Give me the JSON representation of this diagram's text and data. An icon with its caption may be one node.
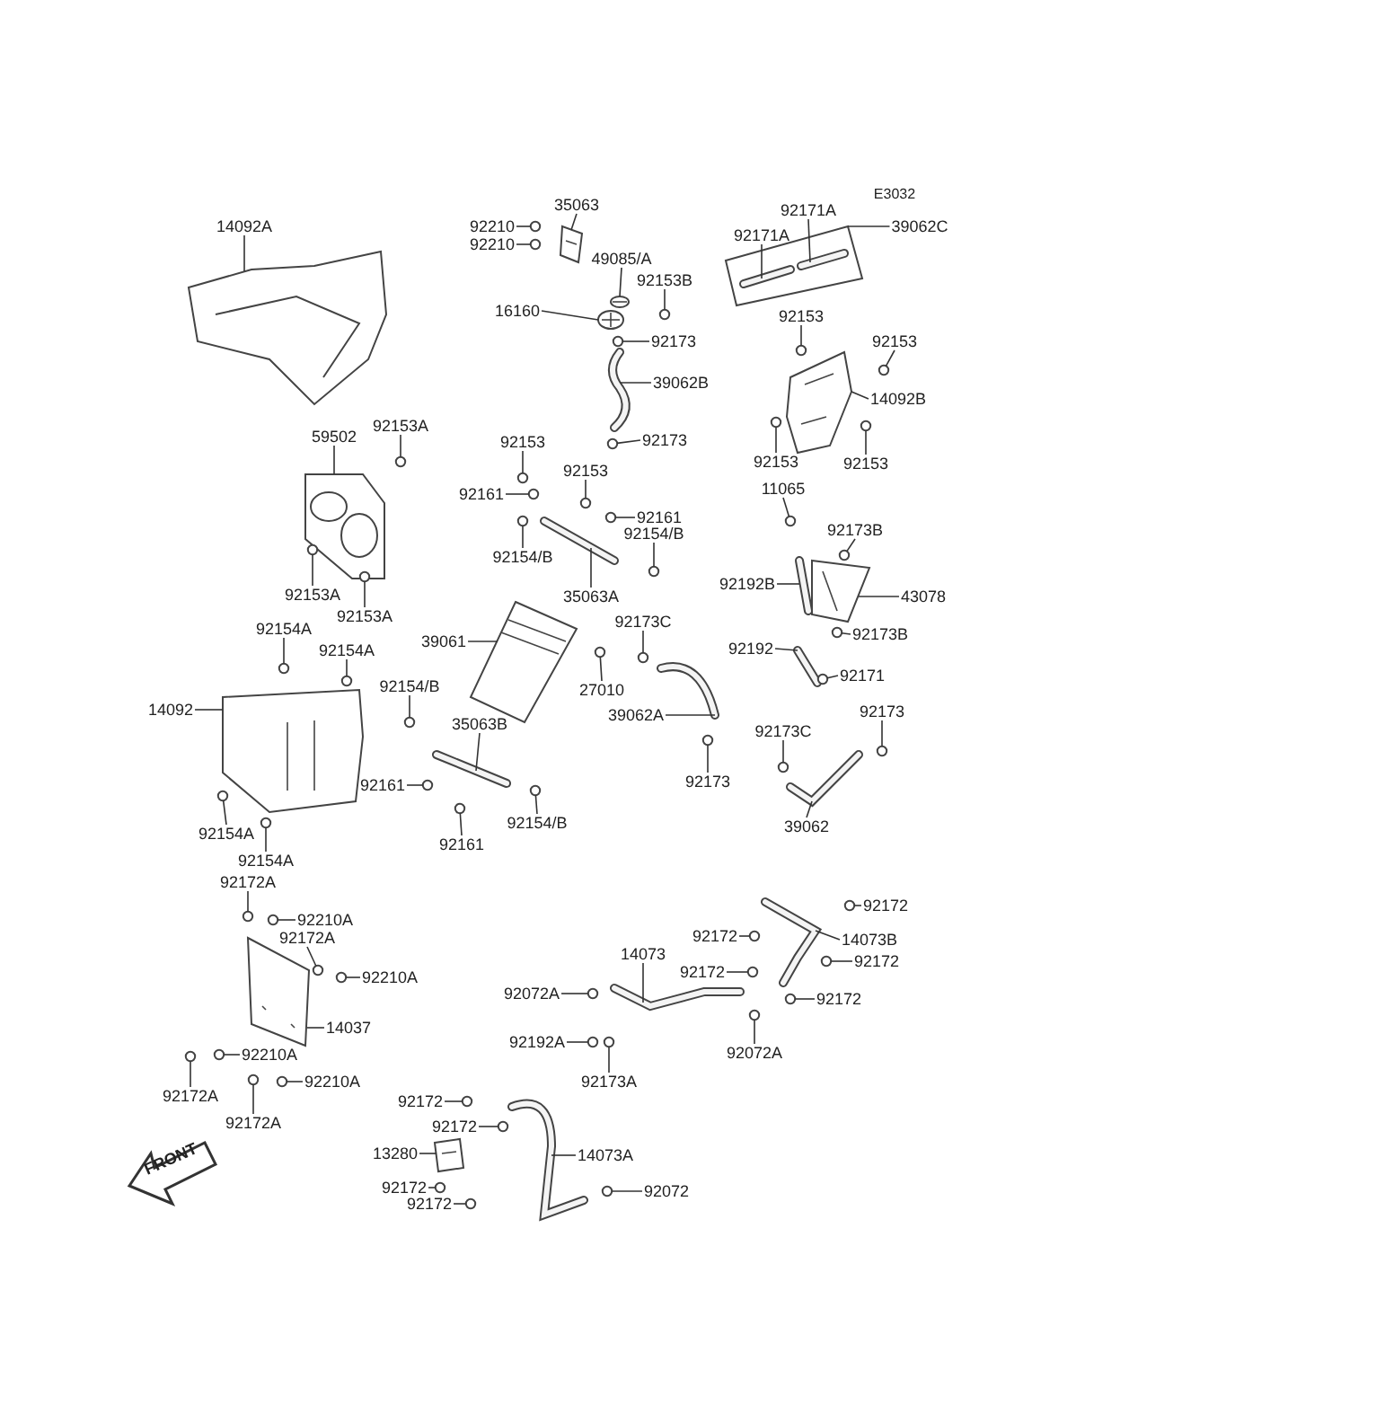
{
  "diagram": {
    "nodes": [
      {
        "text": [
          "14092A"
        ]
      },
      {
        "text": [
          "35063"
        ]
      },
      {
        "text": [
          "92210"
        ]
      },
      {
        "text": [
          "92210"
        ]
      },
      {
        "text": [
          "92171A"
        ]
      },
      {
        "text": [
          "39062C"
        ]
      },
      {
        "text": [
          "92171A"
        ]
      },
      {
        "text": [
          "49085/A"
        ]
      },
      {
        "text": [
          "92153B"
        ]
      },
      {
        "text": [
          "16160"
        ]
      },
      {
        "text": [
          "92173"
        ]
      },
      {
        "text": [
          "92153"
        ]
      },
      {
        "text": [
          "92153"
        ]
      },
      {
        "text": [
          "39062B"
        ]
      },
      {
        "text": [
          "14092B"
        ]
      },
      {
        "text": [
          "92153A"
        ]
      },
      {
        "text": [
          "92173"
        ]
      },
      {
        "text": [
          "92153"
        ]
      },
      {
        "text": [
          "59502"
        ]
      },
      {
        "text": [
          "92153"
        ]
      },
      {
        "text": [
          "92153"
        ]
      },
      {
        "text": [
          "92153"
        ]
      },
      {
        "text": [
          "92161"
        ]
      },
      {
        "text": [
          "11065"
        ]
      },
      {
        "text": [
          "92161"
        ]
      },
      {
        "text": [
          "92154/B"
        ]
      },
      {
        "text": [
          "92173B"
        ]
      },
      {
        "text": [
          "92154/B"
        ]
      },
      {
        "text": [
          "92153A"
        ]
      },
      {
        "text": [
          "92153A"
        ]
      },
      {
        "text": [
          "35063A"
        ]
      },
      {
        "text": [
          "92192B"
        ]
      },
      {
        "text": [
          "43078"
        ]
      },
      {
        "text": [
          "39061"
        ]
      },
      {
        "text": [
          "92173C"
        ]
      },
      {
        "text": [
          "92154A"
        ]
      },
      {
        "text": [
          "92192"
        ]
      },
      {
        "text": [
          "92173B"
        ]
      },
      {
        "text": [
          "92154A"
        ]
      },
      {
        "text": [
          "27010"
        ]
      },
      {
        "text": [
          "92171"
        ]
      },
      {
        "text": [
          "14092"
        ]
      },
      {
        "text": [
          "39062A"
        ]
      },
      {
        "text": [
          "92154/B"
        ]
      },
      {
        "text": [
          "92173C"
        ]
      },
      {
        "text": [
          "92173"
        ]
      },
      {
        "text": [
          "35063B"
        ]
      },
      {
        "text": [
          "92161"
        ]
      },
      {
        "text": [
          "92173"
        ]
      },
      {
        "text": [
          "92154/B"
        ]
      },
      {
        "text": [
          "92161"
        ]
      },
      {
        "text": [
          "92154A"
        ]
      },
      {
        "text": [
          "92154A"
        ]
      },
      {
        "text": [
          "39062"
        ]
      },
      {
        "text": [
          "92172A"
        ]
      },
      {
        "text": [
          "92210A"
        ]
      },
      {
        "text": [
          "92172"
        ]
      },
      {
        "text": [
          "92172A"
        ]
      },
      {
        "text": [
          "92172"
        ]
      },
      {
        "text": [
          "14073B"
        ]
      },
      {
        "text": [
          "14073"
        ]
      },
      {
        "text": [
          "92172"
        ]
      },
      {
        "text": [
          "92210A"
        ]
      },
      {
        "text": [
          "92172"
        ]
      },
      {
        "text": [
          "92072A"
        ]
      },
      {
        "text": [
          "92172"
        ]
      },
      {
        "text": [
          "14037"
        ]
      },
      {
        "text": [
          "92192A"
        ]
      },
      {
        "text": [
          "92072A"
        ]
      },
      {
        "text": [
          "92210A"
        ]
      },
      {
        "text": [
          "92173A"
        ]
      },
      {
        "text": [
          "92172A"
        ]
      },
      {
        "text": [
          "92210A"
        ]
      },
      {
        "text": [
          "92172"
        ]
      },
      {
        "text": [
          "92172A"
        ]
      },
      {
        "text": [
          "92172"
        ]
      },
      {
        "text": [
          "14073A"
        ]
      },
      {
        "text": [
          "13280"
        ]
      },
      {
        "text": [
          "92172"
        ]
      },
      {
        "text": [
          "92072"
        ]
      },
      {
        "text": [
          "92172"
        ]
      },
      {
        "text": [],
        "shape": "picture"
      },
      {
        "text": [],
        "shape": "picture"
      },
      {
        "text": [],
        "shape": "circle"
      },
      {
        "text": [],
        "shape": "circle"
      },
      {
        "text": [],
        "shape": "box"
      },
      {
        "text": [],
        "shape": "picture",
        "in": 85
      },
      {
        "text": [],
        "shape": "picture",
        "in": 85
      },
      {
        "text": [],
        "shape": "picture"
      },
      {
        "text": [],
        "shape": "circle"
      },
      {
        "text": [],
        "shape": "picture"
      },
      {
        "text": [],
        "shape": "circle"
      },
      {
        "text": [],
        "shape": "circle"
      },
      {
        "text": [],
        "shape": "circle"
      },
      {
        "text": [],
        "shape": "picture"
      },
      {
        "text": [],
        "shape": "picture"
      },
      {
        "text": [],
        "shape": "circle"
      },
      {
        "text": [],
        "shape": "circle"
      },
      {
        "text": [],
        "shape": "circle"
      },
      {
        "text": [],
        "shape": "picture"
      },
      {
        "text": [],
        "shape": "circle"
      },
      {
        "text": [],
        "shape": "circle"
      },
      {
        "text": [],
        "shape": "circle"
      },
      {
        "text": [],
        "shape": "circle"
      },
      {
        "text": [],
        "shape": "circle"
      },
      {
        "text": [],
        "shape": "circle"
      },
      {
        "text": [],
        "shape": "circle"
      },
      {
        "text": [],
        "shape": "circle"
      },
      {
        "text": [],
        "shape": "circle"
      },
      {
        "text": [],
        "shape": "circle"
      },
      {
        "text": [],
        "shape": "circle"
      },
      {
        "text": [],
        "shape": "picture"
      },
      {
        "text": [],
        "shape": "picture"
      },
      {
        "text": [],
        "shape": "picture"
      },
      {
        "text": [],
        "shape": "picture"
      },
      {
        "text": [],
        "shape": "circle"
      },
      {
        "text": [],
        "shape": "circle"
      },
      {
        "text": [],
        "shape": "picture"
      },
      {
        "text": [],
        "shape": "circle"
      },
      {
        "text": [],
        "shape": "circle"
      },
      {
        "text": [],
        "shape": "circle"
      },
      {
        "text": [],
        "shape": "circle"
      },
      {
        "text": [],
        "shape": "picture"
      },
      {
        "text": [],
        "shape": "picture"
      },
      {
        "text": [],
        "shape": "circle"
      },
      {
        "text": [],
        "shape": "circle"
      },
      {
        "text": [],
        "shape": "circle"
      },
      {
        "text": [],
        "shape": "picture"
      },
      {
        "text": [],
        "shape": "circle"
      },
      {
        "text": [],
        "shape": "circle"
      },
      {
        "text": [],
        "shape": "circle"
      },
      {
        "text": [],
        "shape": "circle"
      },
      {
        "text": [],
        "shape": "circle"
      },
      {
        "text": [],
        "shape": "circle"
      },
      {
        "text": [],
        "shape": "picture"
      },
      {
        "text": [],
        "shape": "circle"
      },
      {
        "text": [],
        "shape": "circle"
      },
      {
        "text": [],
        "shape": "circle"
      },
      {
        "text": [],
        "shape": "circle"
      },
      {
        "text": [],
        "shape": "circle"
      },
      {
        "text": [],
        "shape": "picture"
      },
      {
        "text": [],
        "shape": "picture"
      },
      {
        "text": [],
        "shape": "circle"
      },
      {
        "text": [],
        "shape": "circle"
      },
      {
        "text": [],
        "shape": "circle"
      },
      {
        "text": [],
        "shape": "circle"
      },
      {
        "text": [],
        "shape": "circle"
      },
      {
        "text": [],
        "shape": "picture"
      },
      {
        "text": [],
        "shape": "circle"
      },
      {
        "text": [],
        "shape": "circle"
      },
      {
        "text": [],
        "shape": "circle"
      },
      {
        "text": [],
        "shape": "circle"
      },
      {
        "text": [],
        "shape": "circle"
      },
      {
        "text": [],
        "shape": "circle"
      },
      {
        "text": [],
        "shape": "circle"
      },
      {
        "text": [],
        "shape": "circle"
      },
      {
        "text": [],
        "shape": "circle"
      },
      {
        "text": [],
        "shape": "picture"
      },
      {
        "text": [],
        "shape": "picture"
      },
      {
        "text": [],
        "shape": "circle"
      },
      {
        "text": [],
        "shape": "circle"
      },
      {
        "text": [],
        "shape": "circle"
      }
    ],
    "edges": [
      {
        "from": 0,
        "to": 81,
        "arrow": "none"
      },
      {
        "from": 1,
        "to": 82,
        "arrow": "none"
      },
      {
        "from": 2,
        "to": 83,
        "arrow": "none"
      },
      {
        "from": 3,
        "to": 84,
        "arrow": "none"
      },
      {
        "from": 4,
        "to": 86,
        "arrow": "none"
      },
      {
        "from": 5,
        "to": 85,
        "arrow": "none"
      },
      {
        "from": 6,
        "to": 87,
        "arrow": "none"
      },
      {
        "from": 7,
        "to": 88,
        "arrow": "none"
      },
      {
        "from": 8,
        "to": 89,
        "arrow": "none"
      },
      {
        "from": 9,
        "to": 90,
        "arrow": "none"
      },
      {
        "from": 10,
        "to": 91,
        "arrow": "none"
      },
      {
        "from": 11,
        "to": 92,
        "arrow": "none"
      },
      {
        "from": 12,
        "to": 93,
        "arrow": "none"
      },
      {
        "from": 13,
        "to": 94,
        "arrow": "none"
      },
      {
        "from": 14,
        "to": 95,
        "arrow": "none"
      },
      {
        "from": 15,
        "to": 96,
        "arrow": "none"
      },
      {
        "from": 16,
        "to": 97,
        "arrow": "none"
      },
      {
        "from": 17,
        "to": 98,
        "arrow": "none"
      },
      {
        "from": 18,
        "to": 99,
        "arrow": "none"
      },
      {
        "from": 19,
        "to": 100,
        "arrow": "none"
      },
      {
        "from": 20,
        "to": 101,
        "arrow": "none"
      },
      {
        "from": 21,
        "to": 102,
        "arrow": "none"
      },
      {
        "from": 22,
        "to": 103,
        "arrow": "none"
      },
      {
        "from": 23,
        "to": 104,
        "arrow": "none"
      },
      {
        "from": 24,
        "to": 105,
        "arrow": "none"
      },
      {
        "from": 25,
        "to": 106,
        "arrow": "none"
      },
      {
        "from": 26,
        "to": 107,
        "arrow": "none"
      },
      {
        "from": 27,
        "to": 108,
        "arrow": "none"
      },
      {
        "from": 28,
        "to": 109,
        "arrow": "none"
      },
      {
        "from": 29,
        "to": 110,
        "arrow": "none"
      },
      {
        "from": 30,
        "to": 111,
        "arrow": "none"
      },
      {
        "from": 31,
        "to": 112,
        "arrow": "none"
      },
      {
        "from": 32,
        "to": 113,
        "arrow": "none"
      },
      {
        "from": 33,
        "to": 114,
        "arrow": "none"
      },
      {
        "from": 34,
        "to": 115,
        "arrow": "none"
      },
      {
        "from": 35,
        "to": 116,
        "arrow": "none"
      },
      {
        "from": 36,
        "to": 117,
        "arrow": "none"
      },
      {
        "from": 37,
        "to": 118,
        "arrow": "none"
      },
      {
        "from": 38,
        "to": 119,
        "arrow": "none"
      },
      {
        "from": 39,
        "to": 120,
        "arrow": "none"
      },
      {
        "from": 40,
        "to": 121,
        "arrow": "none"
      },
      {
        "from": 41,
        "to": 122,
        "arrow": "none"
      },
      {
        "from": 42,
        "to": 123,
        "arrow": "none"
      },
      {
        "from": 43,
        "to": 124,
        "arrow": "none"
      },
      {
        "from": 44,
        "to": 125,
        "arrow": "none"
      },
      {
        "from": 45,
        "to": 126,
        "arrow": "none"
      },
      {
        "from": 46,
        "to": 127,
        "arrow": "none"
      },
      {
        "from": 47,
        "to": 128,
        "arrow": "none"
      },
      {
        "from": 48,
        "to": 129,
        "arrow": "none"
      },
      {
        "from": 49,
        "to": 130,
        "arrow": "none"
      },
      {
        "from": 50,
        "to": 131,
        "arrow": "none"
      },
      {
        "from": 51,
        "to": 132,
        "arrow": "none"
      },
      {
        "from": 52,
        "to": 133,
        "arrow": "none"
      },
      {
        "from": 53,
        "to": 134,
        "arrow": "none"
      },
      {
        "from": 54,
        "to": 135,
        "arrow": "none"
      },
      {
        "from": 55,
        "to": 136,
        "arrow": "none"
      },
      {
        "from": 56,
        "to": 137,
        "arrow": "none"
      },
      {
        "from": 57,
        "to": 138,
        "arrow": "none"
      },
      {
        "from": 58,
        "to": 139,
        "arrow": "none"
      },
      {
        "from": 59,
        "to": 140,
        "arrow": "none"
      },
      {
        "from": 60,
        "to": 141,
        "arrow": "none"
      },
      {
        "from": 61,
        "to": 142,
        "arrow": "none"
      },
      {
        "from": 62,
        "to": 143,
        "arrow": "none"
      },
      {
        "from": 63,
        "to": 144,
        "arrow": "none"
      },
      {
        "from": 64,
        "to": 145,
        "arrow": "none"
      },
      {
        "from": 65,
        "to": 146,
        "arrow": "none"
      },
      {
        "from": 66,
        "to": 147,
        "arrow": "none"
      },
      {
        "from": 67,
        "to": 148,
        "arrow": "none"
      },
      {
        "from": 68,
        "to": 149,
        "arrow": "none"
      },
      {
        "from": 69,
        "to": 150,
        "arrow": "none"
      },
      {
        "from": 70,
        "to": 151,
        "arrow": "none"
      },
      {
        "from": 71,
        "to": 152,
        "arrow": "none"
      },
      {
        "from": 72,
        "to": 153,
        "arrow": "none"
      },
      {
        "from": 73,
        "to": 154,
        "arrow": "none"
      },
      {
        "from": 74,
        "to": 155,
        "arrow": "none"
      },
      {
        "from": 75,
        "to": 156,
        "arrow": "none"
      },
      {
        "from": 76,
        "to": 157,
        "arrow": "none"
      },
      {
        "from": 77,
        "to": 158,
        "arrow": "none"
      },
      {
        "from": 78,
        "to": 159,
        "arrow": "none"
      },
      {
        "from": 79,
        "to": 160,
        "arrow": "none"
      },
      {
        "from": 80,
        "to": 161,
        "arrow": "none"
      }
    ],
    "labels": [
      "E3032",
      "FRONT"
    ]
  }
}
